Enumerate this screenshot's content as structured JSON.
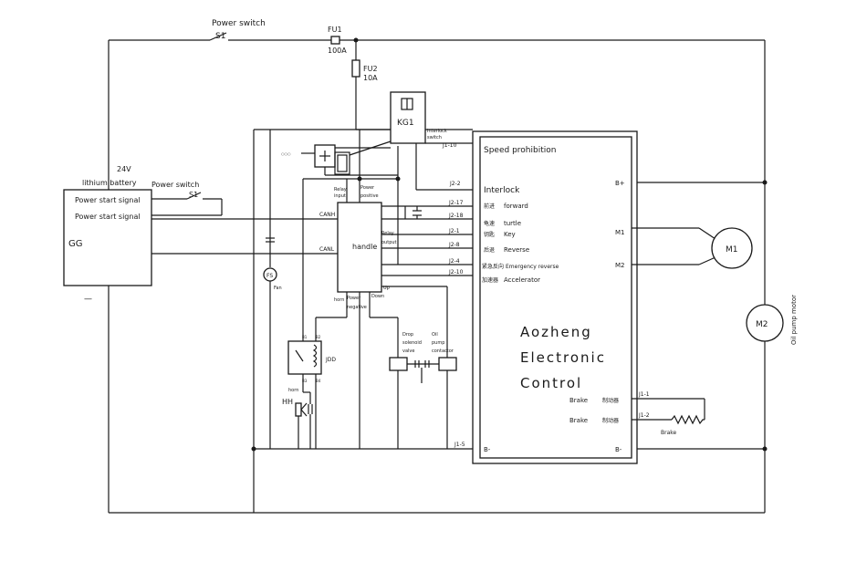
{
  "labels": {
    "power_switch_top": "Power switch",
    "s1_top": "S1",
    "fu1": "FU1",
    "fu1_rating": "100A",
    "fu2": "FU2",
    "fu2_rating": "10A",
    "kg1": "KG1",
    "interlock_switch_1": "Interlock",
    "interlock_switch_2": "switch",
    "battery_voltage": "24V",
    "battery": "lithium battery",
    "power_start_signal_1": "Power start signal",
    "power_start_signal_2": "Power start signal",
    "power_switch_left": "Power switch",
    "s1_left": "S1",
    "gg": "GG",
    "minus": "—",
    "canh": "CANH",
    "canl": "CANL",
    "relay_input_1": "Relay",
    "relay_input_2": "input",
    "power_positive_1": "Power",
    "power_positive_2": "positive",
    "handle": "handle",
    "relay_output_1": "Relay",
    "relay_output_2": "output",
    "horn_label": "horn",
    "power_negative_1": "Power",
    "power_negative_2": "negative",
    "up": "Up",
    "down": "Down",
    "fs": "FS",
    "fan": "Fan",
    "jdd": "JDD",
    "horn_bottom": "horn",
    "hh": "HH",
    "drop_valve_1": "Drop",
    "drop_valve_2": "solenoid",
    "drop_valve_3": "valve",
    "oil_contactor_1": "Oil",
    "oil_contactor_2": "pump",
    "oil_contactor_3": "contactor",
    "j1_10": "J1-10",
    "j2_2": "J2-2",
    "j2_17": "J2-17",
    "j2_18": "J2-18",
    "j2_1": "J2-1",
    "j2_8": "J2-8",
    "j2_4": "J2-4",
    "j2_10": "J2-10",
    "j1_5": "J1-5",
    "j1_1": "J1-1",
    "j1_2": "J1-2",
    "speed_prohibition": "Speed prohibition",
    "interlock": "Interlock",
    "forward_cn": "前进",
    "forward": "forward",
    "turtle_cn": "龟速",
    "turtle": "turtle",
    "key_cn": "钥匙",
    "key": "Key",
    "reverse_cn": "后退",
    "reverse": "Reverse",
    "emergency_cn": "紧急反向",
    "emergency": "Emergency reverse",
    "accelerator_cn": "加速器",
    "accelerator": "Accelerator",
    "brand_1": "Aozheng",
    "brand_2": "Electronic",
    "brand_3": "Control",
    "b_plus": "B+",
    "m1_term": "M1",
    "m2_term": "M2",
    "b_minus_left": "B-",
    "b_minus_right": "B-",
    "brake_1": "Brake",
    "brake_cn_1": "制动器",
    "brake_2": "Brake",
    "brake_cn_2": "制动器",
    "brake_resistor": "Brake",
    "m1_motor": "M1",
    "m2_motor": "M2",
    "oil_pump_motor": "Oil pump motor",
    "coil_small_1": "B1",
    "coil_small_2": "B2",
    "coil_small_3": "B3",
    "coil_small_4": "B4"
  }
}
